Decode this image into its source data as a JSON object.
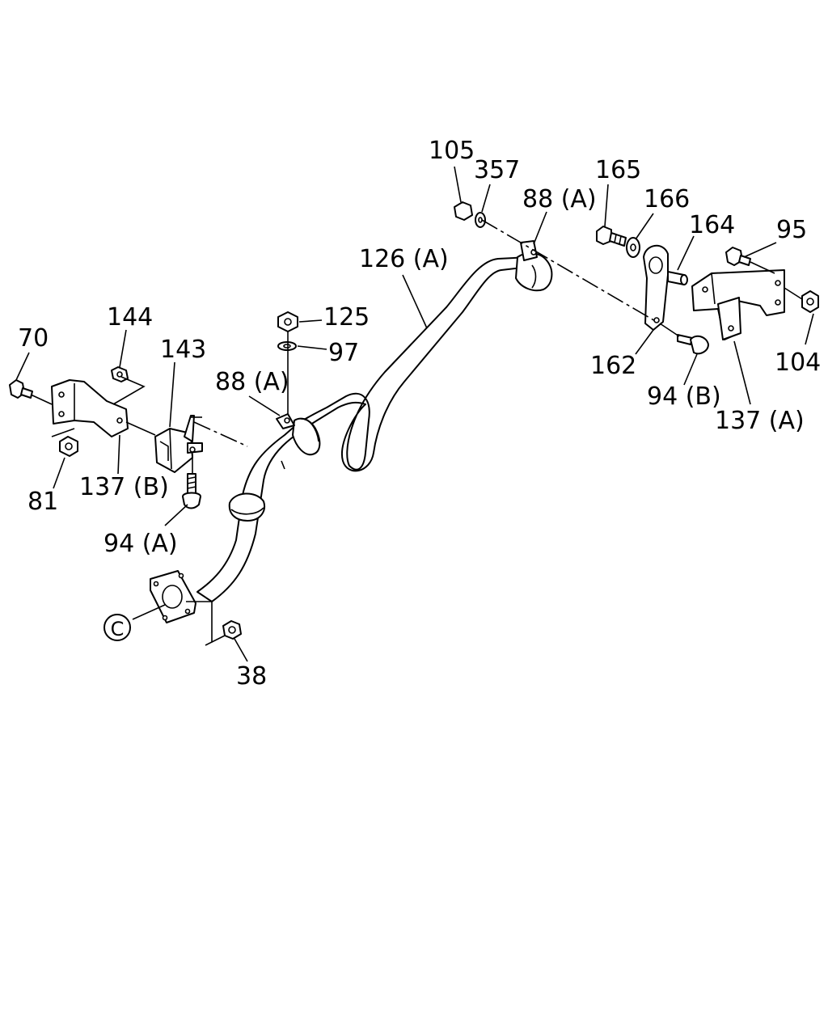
{
  "labels": {
    "l105": "105",
    "l357": "357",
    "l88a_top": "88 (A)",
    "l165": "165",
    "l166": "166",
    "l164": "164",
    "l95": "95",
    "l126a": "126 (A)",
    "l144": "144",
    "l70": "70",
    "l143": "143",
    "l125": "125",
    "l97": "97",
    "l88a_mid": "88 (A)",
    "l162": "162",
    "l104": "104",
    "l94b": "94 (B)",
    "l137a": "137 (A)",
    "l81": "81",
    "l137b": "137 (B)",
    "l94a": "94 (A)",
    "lC": "C",
    "l38": "38"
  }
}
